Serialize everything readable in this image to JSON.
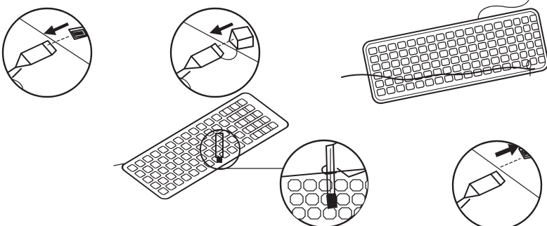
{
  "manual": {
    "steps": [
      {
        "id": "step-1",
        "action": "unplug-receiver-from-usb-port",
        "arrow_direction": "left"
      },
      {
        "id": "step-2",
        "action": "unplug-usb-connector",
        "arrow_direction": "left"
      },
      {
        "id": "step-3",
        "action": "rinse-keyboard-under-water",
        "icon": "water-drop-icon"
      },
      {
        "id": "step-4",
        "action": "brush-clean-between-keys",
        "icon": "brush-icon"
      },
      {
        "id": "step-5",
        "action": "plug-usb-connector-back-in",
        "arrow_direction": "right"
      }
    ],
    "colors": {
      "line": "#231f20",
      "background": "#ffffff"
    }
  }
}
